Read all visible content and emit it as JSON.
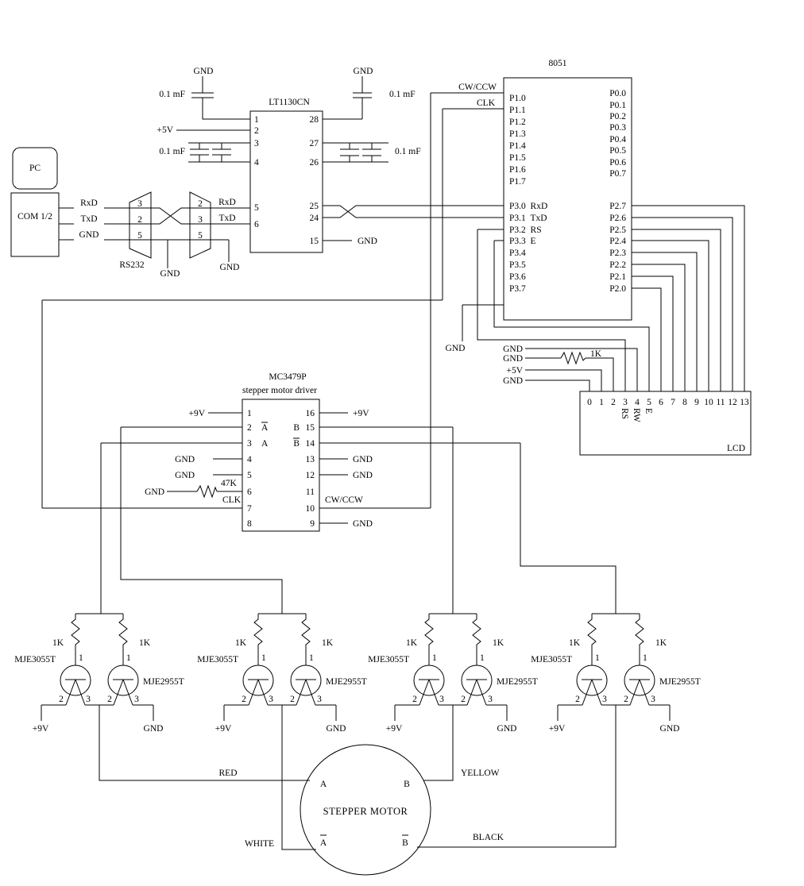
{
  "pc": {
    "label": "PC"
  },
  "com": {
    "label": "COM 1/2",
    "rxd": "RxD",
    "txd": "TxD",
    "gnd": "GND"
  },
  "rs232": {
    "label": "RS232",
    "conn1": {
      "pin1": "3",
      "pin2": "2",
      "pin3": "5"
    },
    "conn2": {
      "pin1": "2",
      "pin2": "3",
      "pin3": "5"
    },
    "gnd1": "GND",
    "gnd2": "GND",
    "rxd": "RxD",
    "txd": "TxD"
  },
  "lt1130": {
    "title": "LT1130CN",
    "left_pins": [
      "1",
      "2",
      "3",
      "4",
      "5",
      "6"
    ],
    "right_pins": [
      "28",
      "27",
      "26",
      "25",
      "24",
      "15"
    ],
    "vcc": "+5V",
    "gnd_out": "GND",
    "cap1": {
      "gnd": "GND",
      "value": "0.1 mF"
    },
    "cap2": {
      "value": "0.1 mF"
    },
    "cap3": {
      "gnd": "GND",
      "value": "0.1 mF"
    },
    "cap4": {
      "value": "0.1 mF"
    }
  },
  "mcu": {
    "title": "8051",
    "cwccw": "CW/CCW",
    "clk": "CLK",
    "gnd": "GND",
    "p1": [
      "P1.0",
      "P1.1",
      "P1.2",
      "P1.3",
      "P1.4",
      "P1.5",
      "P1.6",
      "P1.7"
    ],
    "p3": [
      "P3.0  RxD",
      "P3.1  TxD",
      "P3.2  RS",
      "P3.3  E",
      "P3.4",
      "P3.5",
      "P3.6",
      "P3.7"
    ],
    "p0": [
      "P0.0",
      "P0.1",
      "P0.2",
      "P0.3",
      "P0.4",
      "P0.5",
      "P0.6",
      "P0.7"
    ],
    "p2": [
      "P2.7",
      "P2.6",
      "P2.5",
      "P2.4",
      "P2.3",
      "P2.2",
      "P2.1",
      "P2.0"
    ]
  },
  "lcd": {
    "label": "LCD",
    "pins": [
      "0",
      "1",
      "2",
      "3",
      "4",
      "5",
      "6",
      "7",
      "8",
      "9",
      "10",
      "11",
      "12",
      "13"
    ],
    "rs": "RS",
    "rw": "RW",
    "e": "E",
    "gnd_rw": "GND",
    "gnd_contrast": "GND",
    "res": "1K",
    "vcc": "+5V",
    "gnd0": "GND"
  },
  "driver": {
    "title": "MC3479P",
    "subtitle": "stepper motor driver",
    "left_pins": [
      "1",
      "2",
      "3",
      "4",
      "5",
      "6",
      "7",
      "8"
    ],
    "right_pins": [
      "16",
      "15",
      "14",
      "13",
      "12",
      "11",
      "10",
      "9"
    ],
    "a_bar": "A",
    "a": "A",
    "b": "B",
    "b_bar": "B",
    "vcc_left": "+9V",
    "vcc_right": "+9V",
    "gnd_p4": "GND",
    "gnd_p5": "GND",
    "gnd_p6": "GND",
    "res": "47K",
    "clk": "CLK",
    "gnd_p13": "GND",
    "gnd_p12": "GND",
    "gnd_p9": "GND",
    "cwccw": "CW/CCW"
  },
  "pairs": [
    {
      "r1": "1K",
      "r2": "1K",
      "t1": "MJE3055T",
      "t2": "MJE2955T",
      "p1a": "1",
      "p1b": "1",
      "p2a": "2",
      "p3a": "3",
      "p2b": "2",
      "p3b": "3",
      "vcc": "+9V",
      "gnd": "GND"
    },
    {
      "r1": "1K",
      "r2": "1K",
      "t1": "MJE3055T",
      "t2": "MJE2955T",
      "p1a": "1",
      "p1b": "1",
      "p2a": "2",
      "p3a": "3",
      "p2b": "2",
      "p3b": "3",
      "vcc": "+9V",
      "gnd": "GND"
    },
    {
      "r1": "1K",
      "r2": "1K",
      "t1": "MJE3055T",
      "t2": "MJE2955T",
      "p1a": "1",
      "p1b": "1",
      "p2a": "2",
      "p3a": "3",
      "p2b": "2",
      "p3b": "3",
      "vcc": "+9V",
      "gnd": "GND"
    },
    {
      "r1": "1K",
      "r2": "1K",
      "t1": "MJE3055T",
      "t2": "MJE2955T",
      "p1a": "1",
      "p1b": "1",
      "p2a": "2",
      "p3a": "3",
      "p2b": "2",
      "p3b": "3",
      "vcc": "+9V",
      "gnd": "GND"
    }
  ],
  "motor": {
    "label": "STEPPER MOTOR",
    "a": "A",
    "b": "B",
    "a_bar": "A",
    "b_bar": "B",
    "red": "RED",
    "yellow": "YELLOW",
    "white": "WHITE",
    "black": "BLACK"
  }
}
